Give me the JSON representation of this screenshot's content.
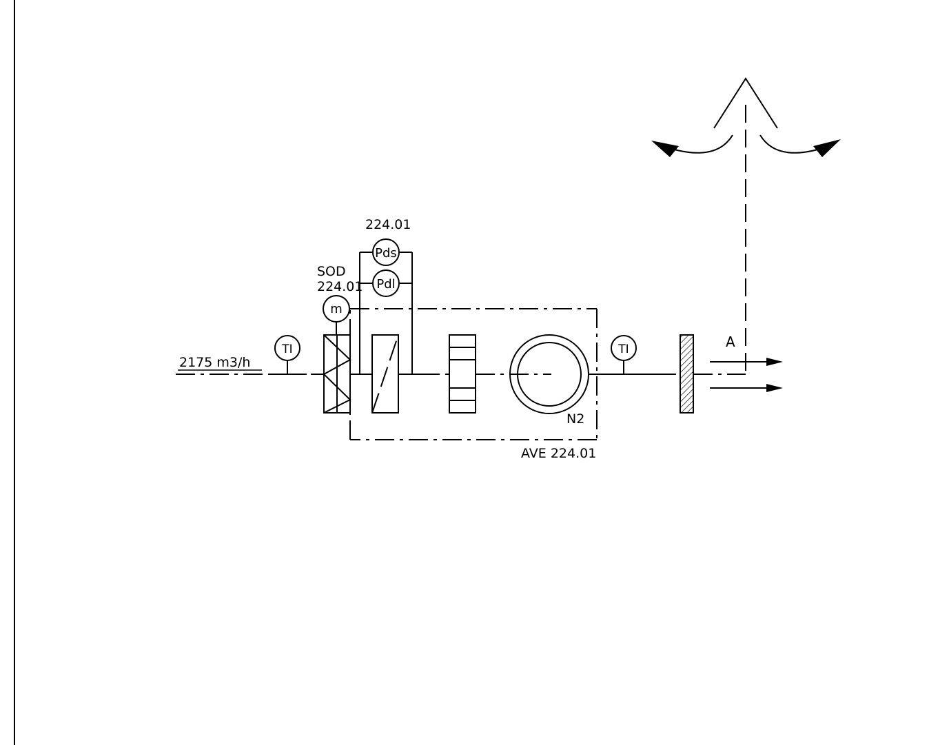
{
  "labels": {
    "flow_rate": "2175 m3/h",
    "pds_tag": "224.01",
    "sod_name": "SOD",
    "sod_number": "224.01",
    "unit_tag": "AVE 224.01",
    "fan_tag": "N2",
    "outlet_tag": "A"
  },
  "instruments": {
    "ti_inlet": "TI",
    "ti_outlet": "TI",
    "pds": "Pds",
    "pdl": "Pdl",
    "motor": "m"
  }
}
